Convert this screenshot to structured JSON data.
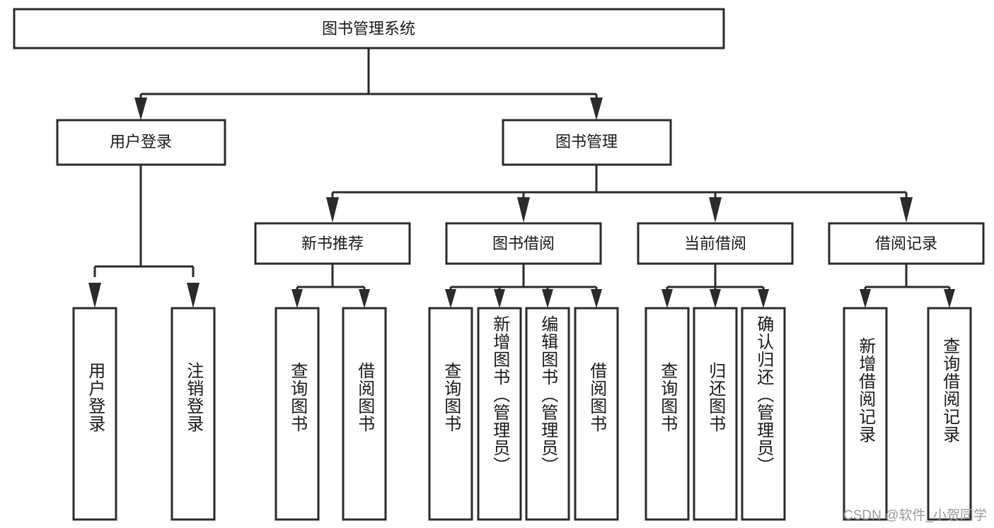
{
  "diagram": {
    "type": "hierarchy-tree",
    "title": "图书管理系统",
    "root": {
      "id": "root",
      "label": "图书管理系统"
    },
    "level2": [
      {
        "id": "user-login",
        "label": "用户登录"
      },
      {
        "id": "book-manage",
        "label": "图书管理"
      }
    ],
    "level3": [
      {
        "id": "new-book-recommend",
        "label": "新书推荐",
        "parent": "book-manage"
      },
      {
        "id": "book-borrow",
        "label": "图书借阅",
        "parent": "book-manage"
      },
      {
        "id": "current-borrow",
        "label": "当前借阅",
        "parent": "book-manage"
      },
      {
        "id": "borrow-record",
        "label": "借阅记录",
        "parent": "book-manage"
      }
    ],
    "leaves": {
      "user-login": [
        {
          "id": "leaf-user-login",
          "label": "用户登录"
        },
        {
          "id": "leaf-user-logout",
          "label": "注销登录"
        }
      ],
      "new-book-recommend": [
        {
          "id": "leaf-query-book-1",
          "label": "查询图书"
        },
        {
          "id": "leaf-borrow-book-1",
          "label": "借阅图书"
        }
      ],
      "book-borrow": [
        {
          "id": "leaf-query-book-2",
          "label": "查询图书"
        },
        {
          "id": "leaf-add-book",
          "label": "新增图书（管理员）"
        },
        {
          "id": "leaf-edit-book",
          "label": "编辑图书（管理员）"
        },
        {
          "id": "leaf-borrow-book-2",
          "label": "借阅图书"
        }
      ],
      "current-borrow": [
        {
          "id": "leaf-query-book-3",
          "label": "查询图书"
        },
        {
          "id": "leaf-return-book",
          "label": "归还图书"
        },
        {
          "id": "leaf-confirm-return",
          "label": "确认归还（管理员）"
        }
      ],
      "borrow-record": [
        {
          "id": "leaf-add-record",
          "label": "新增借阅记录"
        },
        {
          "id": "leaf-query-record",
          "label": "查询借阅记录"
        }
      ]
    }
  },
  "watermark": {
    "text": "CSDN @软件_小贺同学"
  },
  "colors": {
    "stroke": "#2b2b2b",
    "fill": "#ffffff",
    "text": "#1a1a1a",
    "watermark": "#9a9a9a"
  }
}
